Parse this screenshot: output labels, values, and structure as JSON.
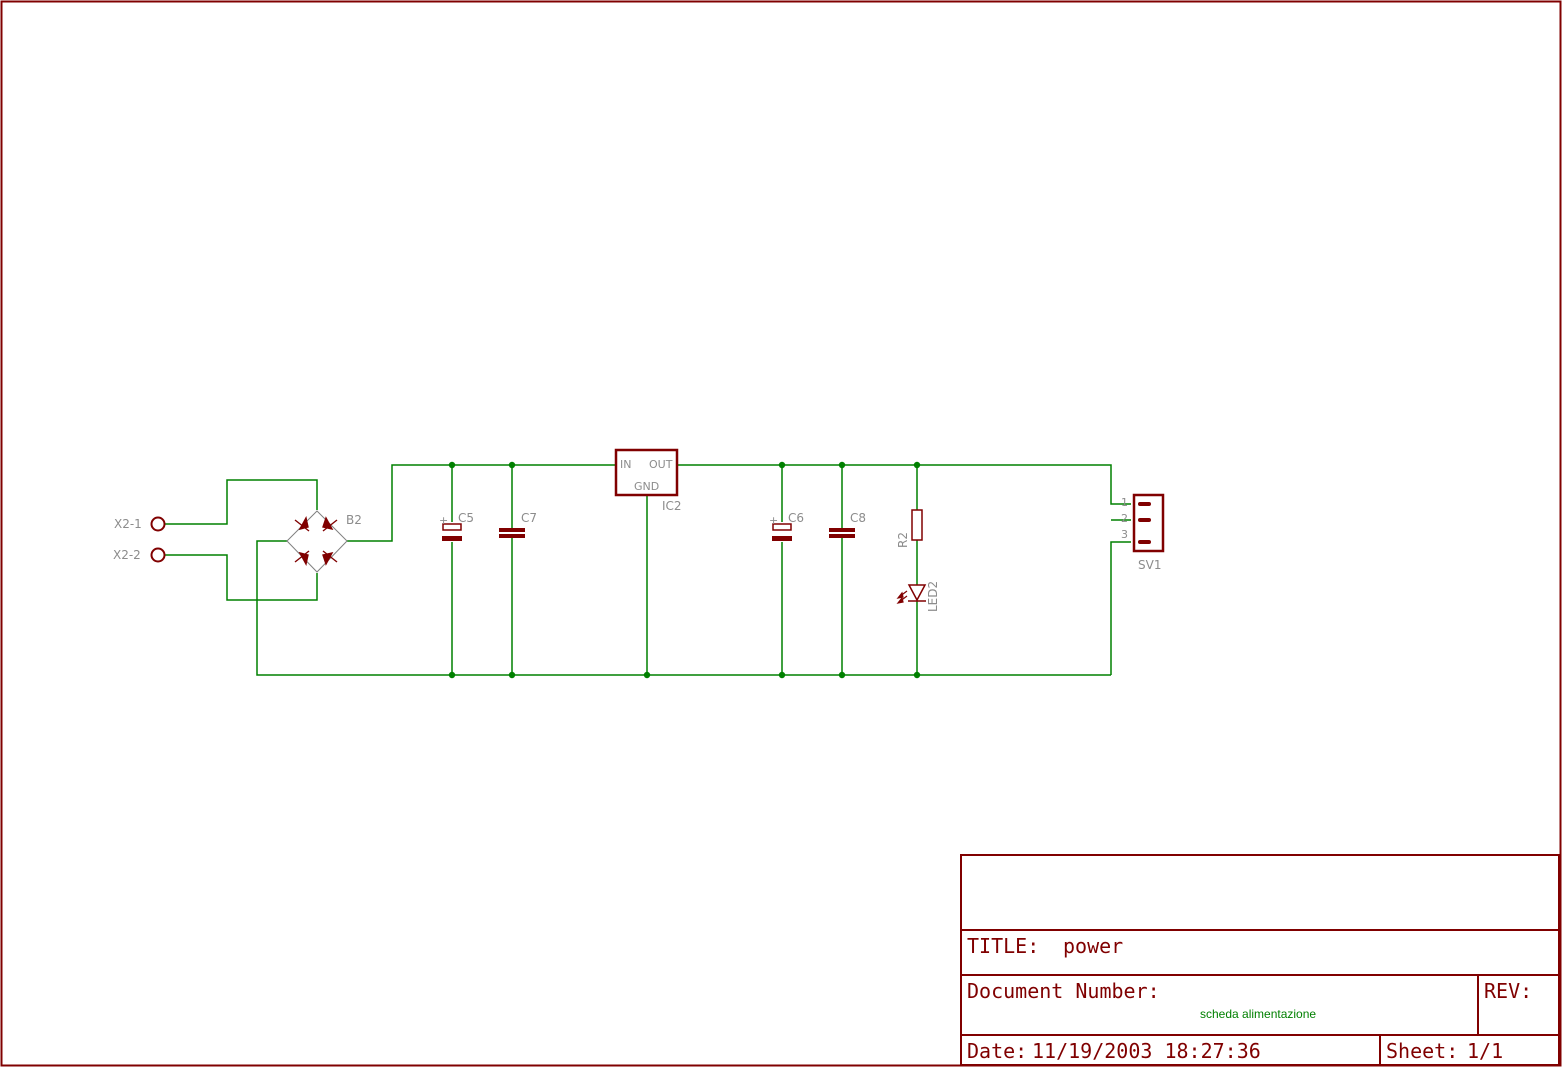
{
  "colors": {
    "frame": "#800000",
    "wire": "#008000",
    "symbol": "#800000",
    "label": "#8c8c8c",
    "note": "#008000"
  },
  "connector_x2": {
    "pin1_label": "X2-1",
    "pin2_label": "X2-2"
  },
  "bridge": {
    "name": "B2"
  },
  "capacitors": {
    "c5": "C5",
    "c7": "C7",
    "c6": "C6",
    "c8": "C8"
  },
  "regulator": {
    "name": "IC2",
    "pin_in": "IN",
    "pin_out": "OUT",
    "pin_gnd": "GND"
  },
  "resistor": {
    "name": "R2"
  },
  "led": {
    "name": "LED2"
  },
  "header": {
    "name": "SV1",
    "pin1": "1",
    "pin2": "2",
    "pin3": "3"
  },
  "title_block": {
    "title_label": "TITLE:",
    "title_value": "power",
    "doc_label": "Document Number:",
    "doc_note": "scheda alimentazione",
    "rev_label": "REV:",
    "date_label": "Date:",
    "date_value": "11/19/2003 18:27:36",
    "sheet_label": "Sheet:",
    "sheet_value": "1/1"
  }
}
